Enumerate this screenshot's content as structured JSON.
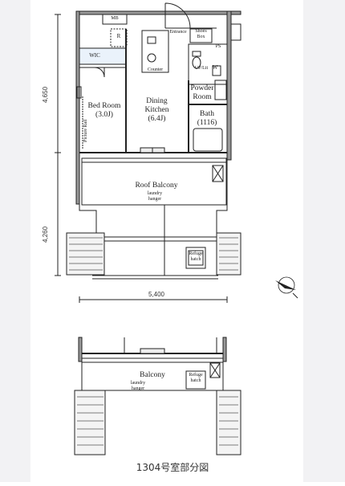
{
  "plan": {
    "rooms": {
      "mb": "MB",
      "r": "R",
      "entrance": "Entrance",
      "shoes_box_1": "Shoes",
      "shoes_box_2": "Box",
      "ps": "PS",
      "wic": "WIC",
      "w": "W",
      "up_lit": "UP/Lit",
      "counter": "Counter",
      "powder_room_1": "Powder",
      "powder_room_2": "Room",
      "dining_kitchen_1": "Dining",
      "dining_kitchen_2": "Kitchen",
      "dining_kitchen_size": "(6.4J)",
      "bed_room_1": "Bed Room",
      "bed_room_size": "(3.0J)",
      "bath_1": "Bath",
      "bath_size": "(1116)",
      "picture_rail": "Picture Rail",
      "roof_balcony": "Roof Balcony",
      "laundry_hanger_1": "laundry",
      "laundry_hanger_2": "hanger",
      "refuge_hatch_1": "Refuge",
      "refuge_hatch_2": "hatch",
      "balcony": "Balcony",
      "balcony_laundry_1": "laundry",
      "balcony_laundry_2": "hanger",
      "balcony_refuge_1": "Refuge",
      "balcony_refuge_2": "hatch"
    },
    "dimensions": {
      "height_upper": "4,650",
      "height_lower": "4,260",
      "width": "5,400"
    },
    "caption": "1304号室部分図"
  }
}
